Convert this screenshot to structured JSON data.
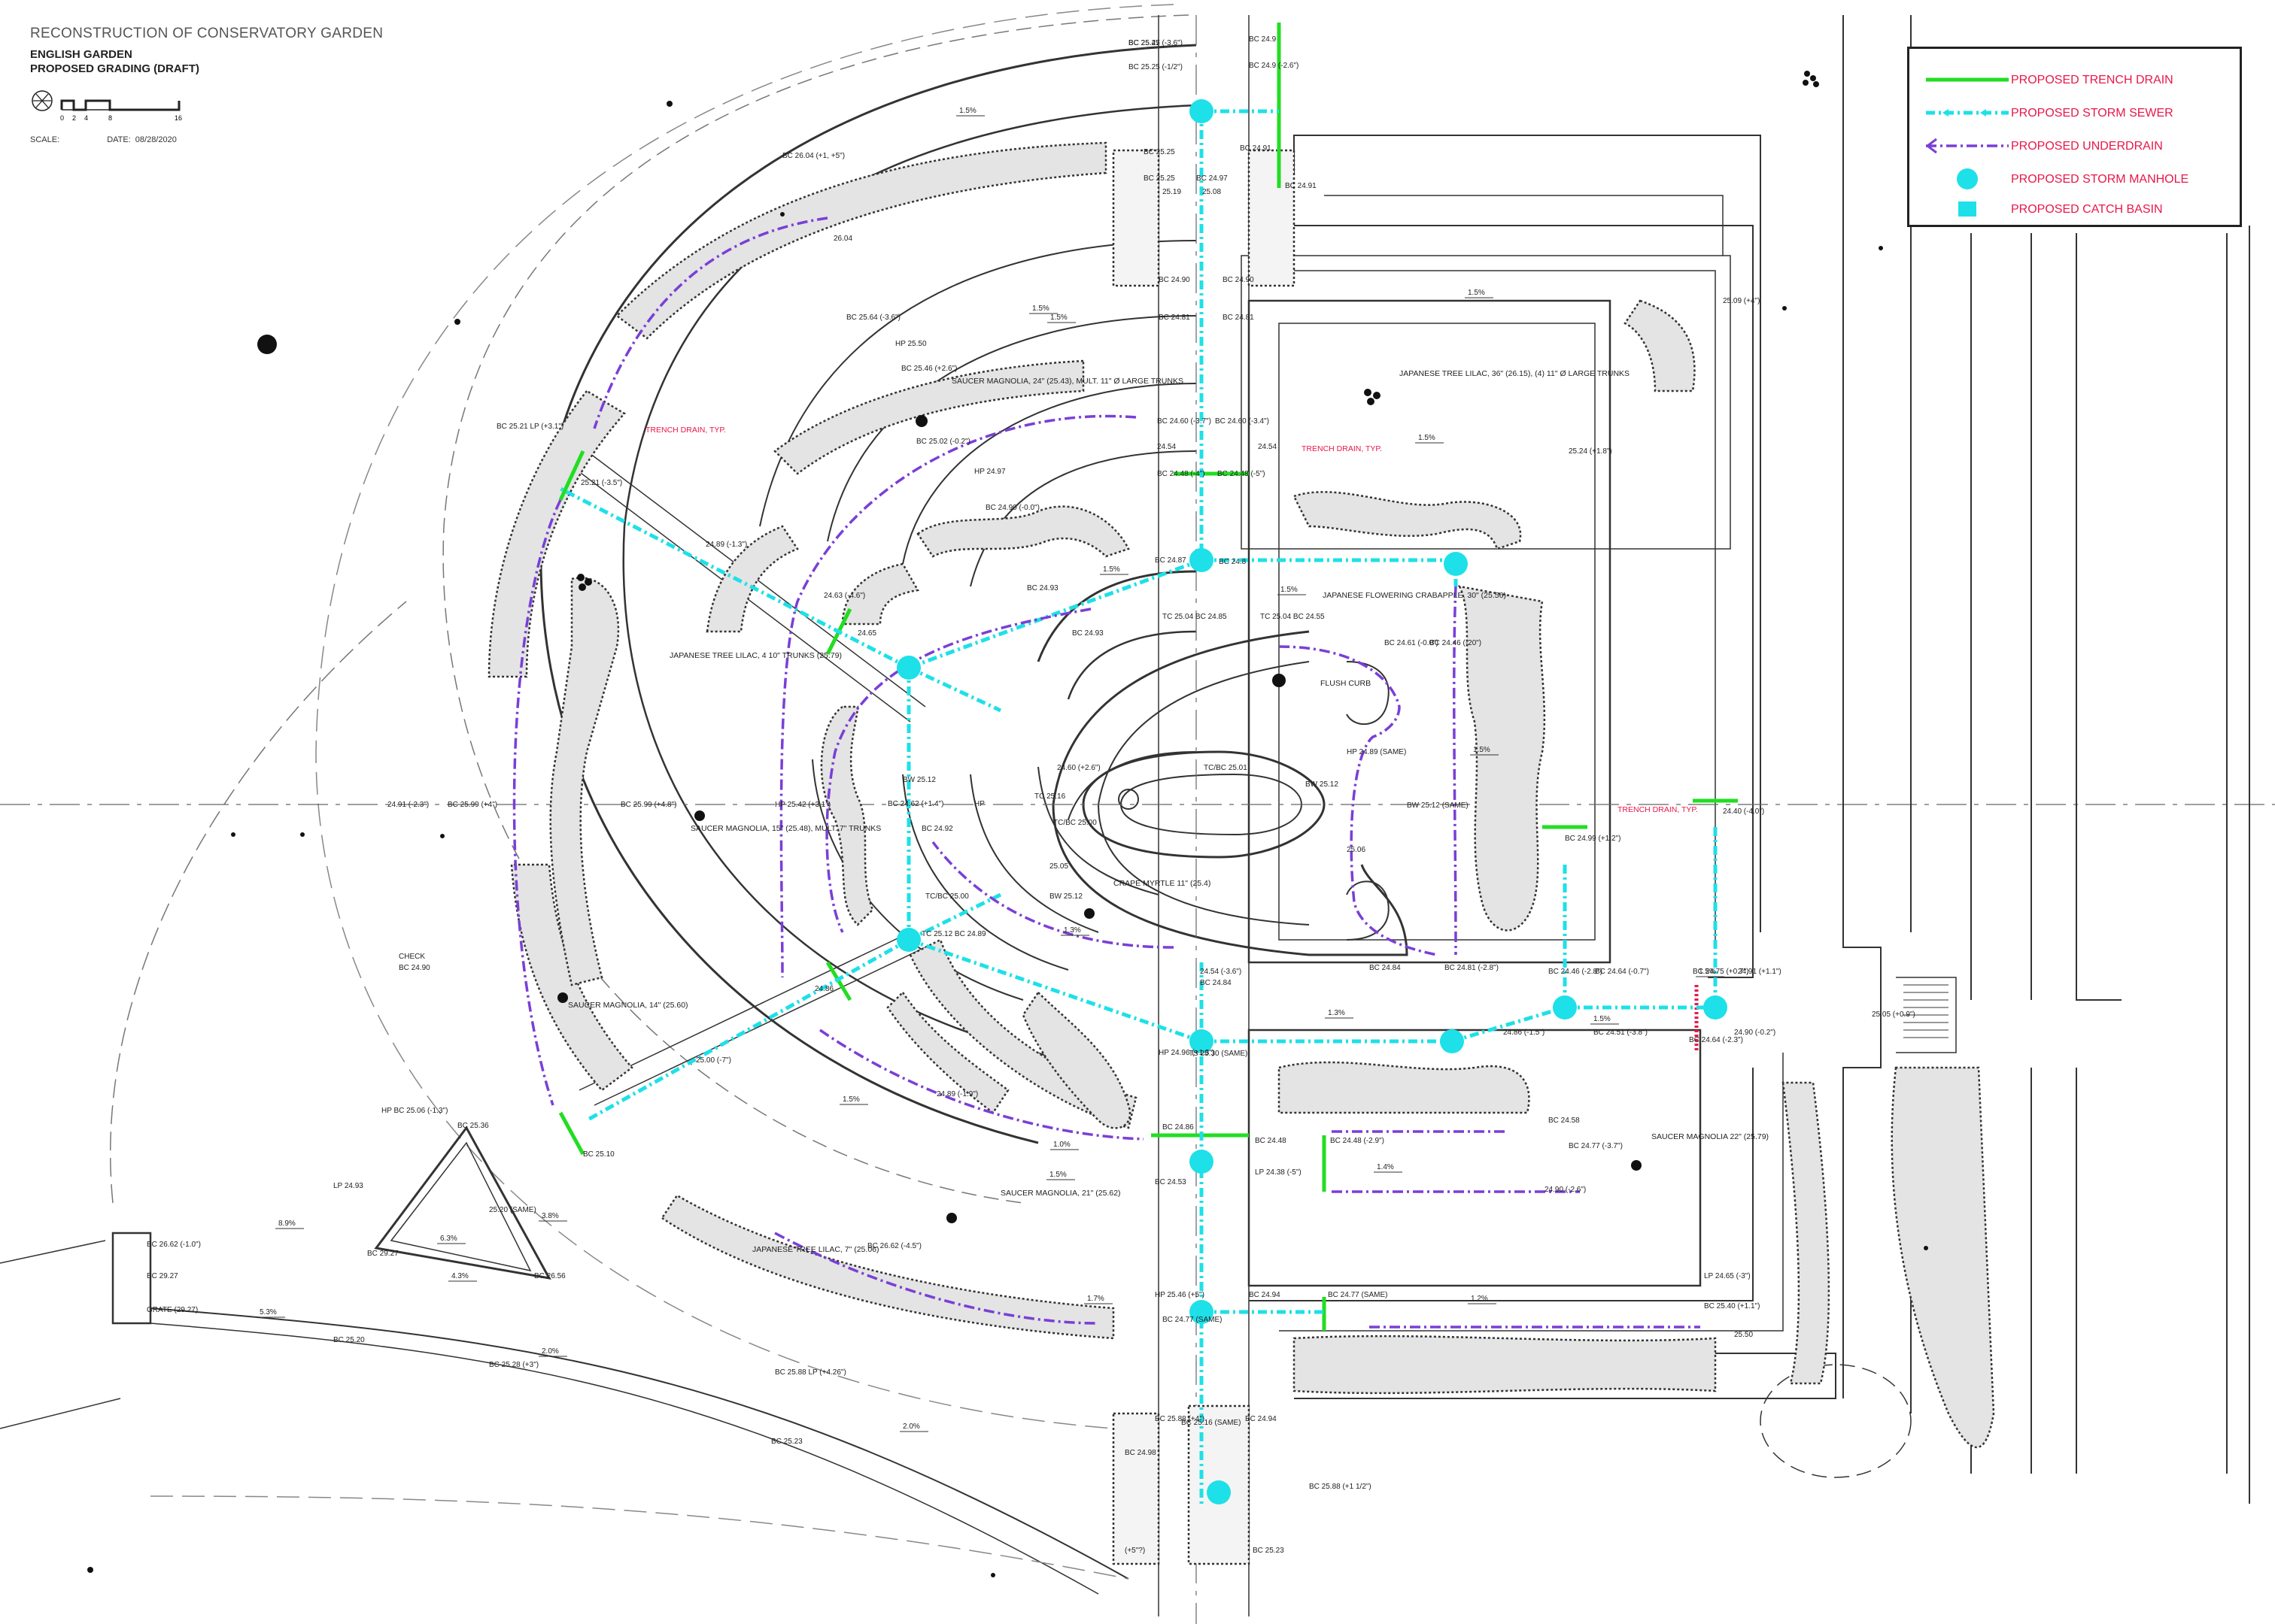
{
  "title": {
    "line1": "RECONSTRUCTION OF CONSERVATORY GARDEN",
    "line2": "ENGLISH GARDEN",
    "line3": "PROPOSED GRADING (DRAFT)"
  },
  "scale_bar": {
    "ticks": [
      "0",
      "2",
      "4",
      "8",
      "16"
    ]
  },
  "meta": {
    "scale_label": "SCALE:",
    "date_label": "DATE:",
    "date": "08/28/2020"
  },
  "legend": {
    "items": [
      {
        "label": "PROPOSED TRENCH DRAIN",
        "symbol": "trench-drain",
        "color": "#22dd22"
      },
      {
        "label": "PROPOSED STORM SEWER",
        "symbol": "storm-sewer",
        "color": "#1ee0e8"
      },
      {
        "label": "PROPOSED UNDERDRAIN",
        "symbol": "underdrain",
        "color": "#7a3fd6"
      },
      {
        "label": "PROPOSED  STORM MANHOLE",
        "symbol": "manhole",
        "color": "#1ee0e8"
      },
      {
        "label": "PROPOSED CATCH BASIN",
        "symbol": "catch-basin",
        "color": "#1ee0e8"
      }
    ]
  },
  "colors": {
    "trench": "#22dd22",
    "sewer": "#1ee0e8",
    "underdrain": "#7a3fd6",
    "red_note": "#e8174a",
    "line": "#333333"
  },
  "plant_labels": [
    "SAUCER MAGNOLIA, 24\" (25.43), MULT. 11\" Ø LARGE TRUNKS",
    "JAPANESE TREE LILAC, 36\" (26.15), (4) 11\" Ø LARGE TRUNKS",
    "JAPANESE TREE LILAC, 4 10\" TRUNKS (25.79)",
    "JAPANESE FLOWERING CRABAPPLE, 30\" (25.56)",
    "SAUCER MAGNOLIA, 15\" (25.48), MULT. 7\" TRUNKS",
    "CRAPE MYRTLE 11\" (25.4)",
    "SAUCER MAGNOLIA, 14\" (25.60)",
    "SAUCER MAGNOLIA, 21\" (25.62)",
    "JAPANESE TREE LILAC, 7\" (25.06)",
    "SAUCER MAGNOLIA 22\" (25.79)"
  ],
  "notes": [
    "TRENCH DRAIN, TYP.",
    "TRENCH DRAIN, TYP.",
    "TRENCH DRAIN, TYP.",
    "FLUSH CURB"
  ],
  "elevations": [
    "BC 25.25",
    "BC 25.25 (-1/2\")",
    "BC 24.9",
    "BC 24.9 (-2.6\")",
    "BC 24.91",
    "BC 24.91",
    "BC 26.04 (+1, +5\")",
    "26.04",
    "BC 25.25",
    "BC 25.25",
    "25.19",
    "25.08",
    "BC 24.97",
    "BC 24.90",
    "BC 24.81",
    "BC 24.90",
    "BC 24.81",
    "BC 25.64 (-3.6\")",
    "HP 25.50",
    "BC 25.46 (+2.6\")",
    "BC 25.21 LP (+3.1\")",
    "25.21 (-3.5\")",
    "BC 25.02 (-0.2\")",
    "BC 24.60 (-3.7\")",
    "BC 24.60 (-3.4\")",
    "24.54",
    "24.54",
    "BC 24.48 (-4\")",
    "BC 24.48 (-5\")",
    "HP 24.97",
    "BC 24.90 (-0.0\")",
    "24.89 (-1.3\")",
    "BC 24.87",
    "BC 24.8",
    "BC 24.93",
    "24.63 (-4.6\")",
    "24.65",
    "BC 24.93",
    "TC 25.04 BC 24.85",
    "TC 25.04 BC 24.55",
    "BC 24.61 (-0.0\")",
    "BC 24.46 (-20\")",
    "25.24 (+1.8\")",
    "25.09 (+4\")",
    "24.60 (+2.6\")",
    "TC/BC 25.01",
    "BW 25.12",
    "BC 24.62 (+1.4\")",
    "BC 24.92",
    "HP",
    "TC 25.16",
    "TC/BC 25.00",
    "BW 25.12",
    "BW 25.12 (SAME)",
    "BC 24.99 (+1.2\")",
    "24.40 (-4.0\")",
    "24.91 (-2.3\")",
    "BC 25.99 (+4\")",
    "BC 25.99 (+4.8\")",
    "HP 25.42 (+3.1\")",
    "HP 24.89 (SAME)",
    "25.06",
    "25.05",
    "BW 25.12",
    "TC/BC 25.00",
    "TC 25.12 BC 24.89",
    "24.86",
    "24.54 (-3.6\")",
    "BC 24.84",
    "BC 24.84",
    "BC 24.81 (-2.8\")",
    "BC 24.46 (-2.8\")",
    "BC 24.64 (-0.7\")",
    "BC 24.75 (+0.7\")",
    "24.91 (+1.1\")",
    "25.05 (+0.9\")",
    "TS 25.30 (SAME)",
    "24.86 (-1.5\")",
    "BC 24.51 (-3.8\")",
    "BC 24.64 (-2.3\")",
    "24.90 (-0.2\")",
    "25.00 (-7\")",
    "24.89 (-1.9\")",
    "HP 24.96 (+1.3\")",
    "BC 24.86",
    "BC 24.48",
    "BC 24.48 (-2.9\")",
    "LP 24.38 (-5\")",
    "BC 24.53",
    "BC 24.58",
    "BC 24.77 (-3.7\")",
    "24.90 (-2.6\")",
    "HP BC 25.06 (-1.3\")",
    "BC 25.36",
    "BC 25.10",
    "25.20 (SAME)",
    "LP 24.93",
    "BC 26.62 (-1.0\")",
    "BC 29.27",
    "GRATE (29.27)",
    "BC 29.27",
    "BC 26.56",
    "BC 25.20",
    "BC 26.62 (-4.5\")",
    "HP 25.46 (+5\")",
    "BC 24.77 (SAME)",
    "BC 24.94",
    "BC 24.77 (SAME)",
    "LP 24.65 (-3\")",
    "BC 25.40 (+1.1\")",
    "25.50",
    "BC 25.28 (+3\")",
    "BC 25.88 LP (+4.26\")",
    "BC 25.88 (+4\")",
    "BC 25.16 (SAME)",
    "BC 24.94",
    "BC 24.98",
    "BC 25.23",
    "BC 25.88 (+1 1/2\")",
    "(+5\"?)",
    "BC 25.23",
    "BC 24.90",
    "CHECK",
    "BC 25.47 (-3.6\")"
  ],
  "slopes": [
    "1.5%",
    "1.5%",
    "1.5%",
    "1.5%",
    "1.5%",
    "1.5%",
    "1.5%",
    "1.5%",
    "1.5%",
    "1.5%",
    "1.3%",
    "1.3%",
    "1.0%",
    "1.4%",
    "1.7%",
    "1.2%",
    "2.0%",
    "2.0%",
    "3.8%",
    "4.3%",
    "6.3%",
    "8.9%",
    "5.3%",
    "1.5%",
    "1.5%"
  ]
}
